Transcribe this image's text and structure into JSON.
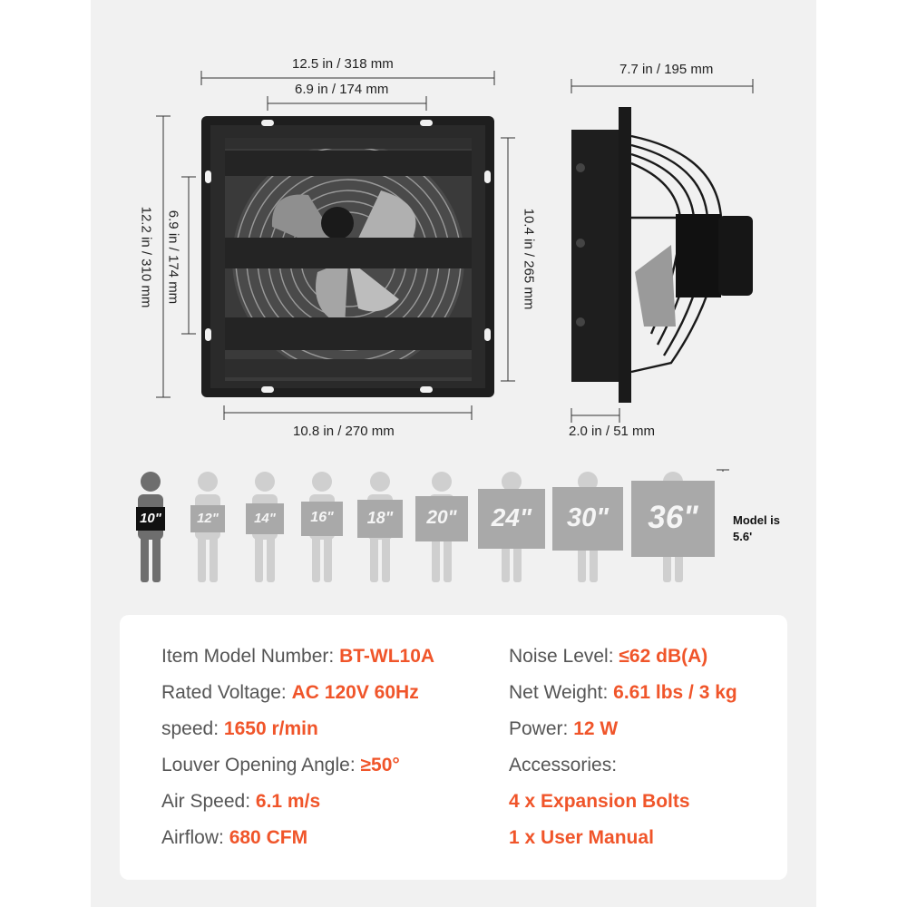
{
  "dimensions": {
    "front_total_width": "12.5 in / 318 mm",
    "front_hole_spacing": "6.9 in / 174 mm",
    "front_total_height": "12.2 in / 310 mm",
    "front_vertical_hole_spacing": "6.9 in / 174 mm",
    "front_inner_height": "10.4 in / 265 mm",
    "front_inner_width": "10.8 in / 270 mm",
    "side_depth": "7.7 in / 195 mm",
    "side_frame_depth": "2.0 in / 51 mm"
  },
  "size_comparison": {
    "sizes": [
      "10\"",
      "12\"",
      "14\"",
      "16\"",
      "18\"",
      "20\"",
      "24\"",
      "30\"",
      "36\""
    ],
    "model_note_line1": "Model is",
    "model_note_line2": "5.6'"
  },
  "specs": {
    "model_label": "Item Model Number:",
    "model_value": "BT-WL10A",
    "voltage_label": "Rated Voltage:",
    "voltage_value": "AC 120V 60Hz",
    "speed_label": "speed:",
    "speed_value": "1650 r/min",
    "louver_label": "Louver Opening Angle:",
    "louver_value": "≥50°",
    "airspeed_label": "Air Speed:",
    "airspeed_value": "6.1 m/s",
    "airflow_label": "Airflow:",
    "airflow_value": "680 CFM",
    "noise_label": "Noise Level:",
    "noise_value": "≤62 dB(A)",
    "weight_label": "Net Weight:",
    "weight_value": "6.61 lbs / 3 kg",
    "power_label": "Power:",
    "power_value": "12 W",
    "accessories_label": "Accessories:",
    "accessory_1": "4 x Expansion Bolts",
    "accessory_2": "1 x User Manual"
  },
  "colors": {
    "accent": "#f0552a",
    "background": "#f1f1f1",
    "fan_body": "#222222",
    "silhouette_active": "#6e6e6e",
    "silhouette_inactive": "#cfcfcf"
  }
}
